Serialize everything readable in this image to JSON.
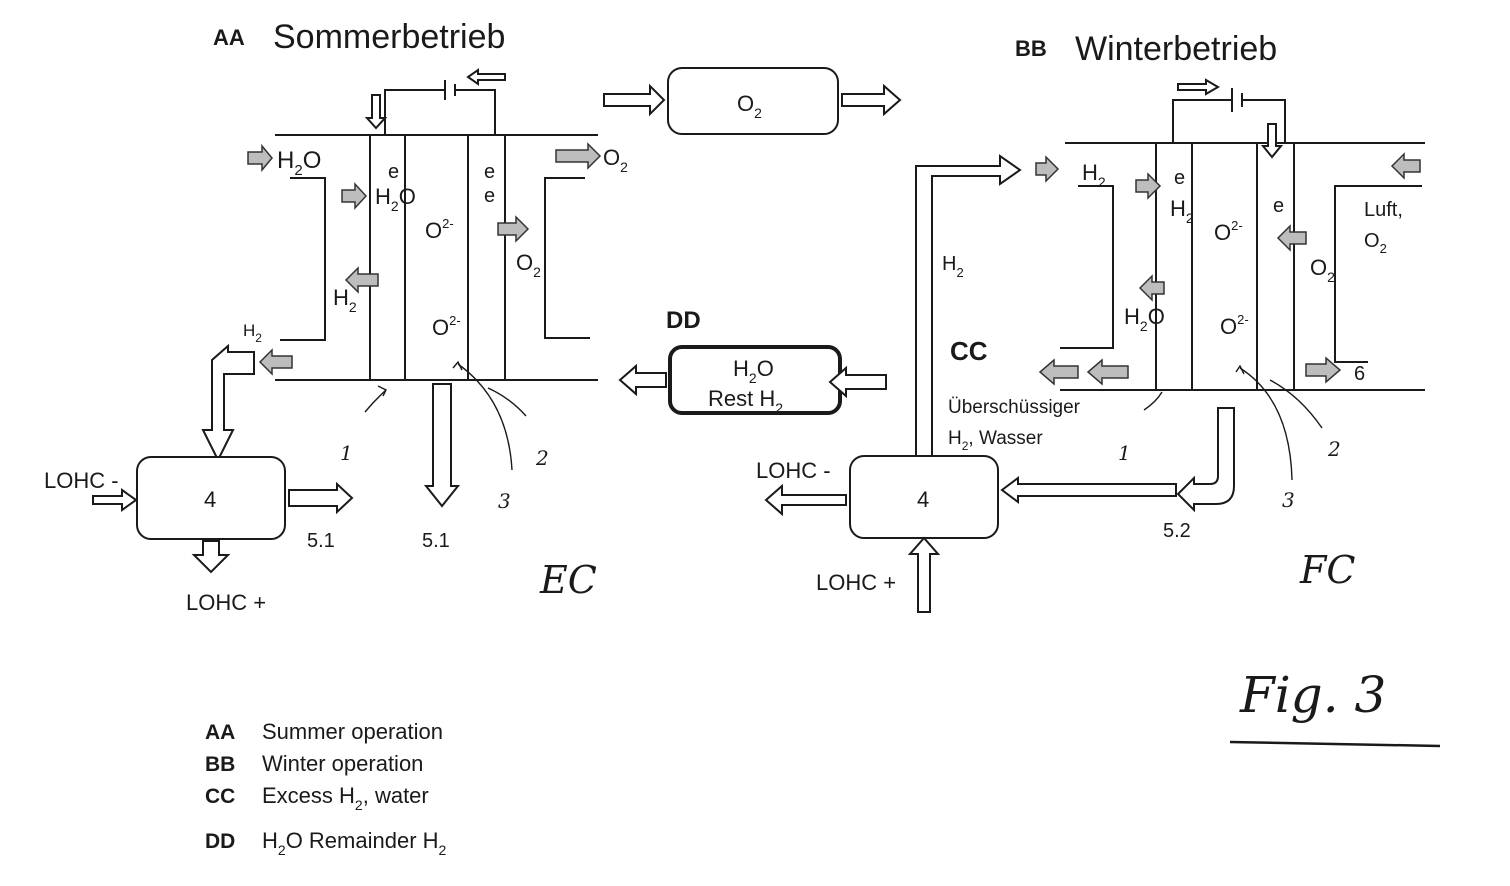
{
  "titles": {
    "summer_code": "AA",
    "summer": "Sommerbetrieb",
    "winter_code": "BB",
    "winter": "Winterbetrieb"
  },
  "summer": {
    "h2o_in": "H",
    "h2o_in_sub": "2",
    "h2o_in_tail": "O",
    "e1": "e",
    "h2o_inner": "H",
    "h2o_inner_sub": "2",
    "h2o_inner_tail": "O",
    "o2minus_top": "O",
    "o2minus_top_sup": "2-",
    "e2a": "e",
    "e2b": "e",
    "o2_right": "O",
    "o2_right_sub": "2",
    "o2_out": "O",
    "o2_out_sub": "2",
    "h2_inner": "H",
    "h2_inner_sub": "2",
    "h2_lower": "H",
    "h2_lower_sub": "2",
    "o2minus_bot": "O",
    "o2minus_bot_sup": "2-",
    "ref1": "1",
    "ref2": "2",
    "ref3": "3",
    "lohc_minus": "LOHC -",
    "unit4": "4",
    "lohc_plus": "LOHC +",
    "out51a": "5.1",
    "out51b": "5.1",
    "handwritten": "EC"
  },
  "middle": {
    "o2_tank": "O",
    "o2_tank_sub": "2",
    "dd_code": "DD",
    "dd_line1": "H",
    "dd_line1_sub": "2",
    "dd_line1_tail": "O",
    "dd_line2": "Rest H",
    "dd_line2_sub": "2"
  },
  "winter": {
    "h2_top": "H",
    "h2_top_sub": "2",
    "e1": "e",
    "h2_inner": "H",
    "h2_inner_sub": "2",
    "o2minus_top": "O",
    "o2minus_top_sup": "2-",
    "e2": "e",
    "luft": "Luft,",
    "luft_o2": "O",
    "luft_o2_sub": "2",
    "o2_right": "O",
    "o2_right_sub": "2",
    "h2_riser": "H",
    "h2_riser_sub": "2",
    "cc_code": "CC",
    "h2o_inner": "H",
    "h2o_inner_sub": "2",
    "h2o_inner_tail": "O",
    "o2minus_bot": "O",
    "o2minus_bot_sup": "2-",
    "out6": "6",
    "excess1": "Überschüssiger",
    "excess2": "H",
    "excess2_sub": "2",
    "excess2_tail": ", Wasser",
    "ref1": "1",
    "ref2": "2",
    "ref3": "3",
    "lohc_minus": "LOHC -",
    "unit4": "4",
    "out52": "5.2",
    "lohc_plus": "LOHC +",
    "handwritten": "FC"
  },
  "fig_label": "Fig. 3",
  "legend": [
    {
      "code": "AA",
      "text": "Summer operation"
    },
    {
      "code": "BB",
      "text": "Winter operation"
    },
    {
      "code": "CC",
      "text": "Excess H",
      "sub": "2",
      "tail": ", water"
    },
    {
      "code": "DD",
      "text": "H",
      "sub": "2",
      "tail": "O Remainder H",
      "sub2": "2"
    }
  ]
}
